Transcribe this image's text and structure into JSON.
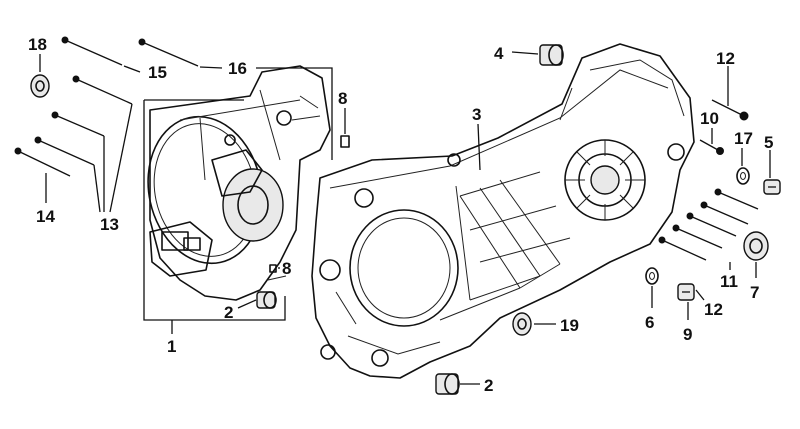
{
  "diagram": {
    "callouts": {
      "c1": "1",
      "c2a": "2",
      "c2b": "2",
      "c3": "3",
      "c4": "4",
      "c5": "5",
      "c6": "6",
      "c7": "7",
      "c8a": "8",
      "c8b": "8",
      "c9": "9",
      "c10": "10",
      "c11": "11",
      "c12a": "12",
      "c12b": "12",
      "c13": "13",
      "c14": "14",
      "c15": "15",
      "c16": "16",
      "c17": "17",
      "c18": "18",
      "c19": "19"
    }
  }
}
